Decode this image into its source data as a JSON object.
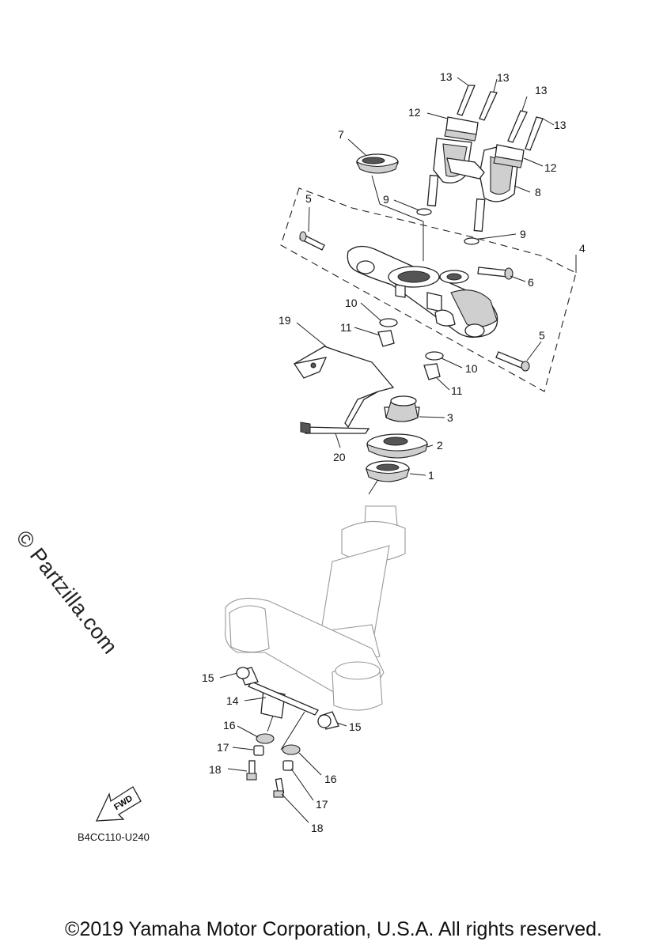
{
  "callouts": {
    "c1": "1",
    "c2": "2",
    "c3": "3",
    "c4": "4",
    "c5a": "5",
    "c5b": "5",
    "c6": "6",
    "c7": "7",
    "c8": "8",
    "c9a": "9",
    "c9b": "9",
    "c10a": "10",
    "c10b": "10",
    "c11a": "11",
    "c11b": "11",
    "c12a": "12",
    "c12b": "12",
    "c13a": "13",
    "c13b": "13",
    "c13c": "13",
    "c13d": "13",
    "c14": "14",
    "c15a": "15",
    "c15b": "15",
    "c16a": "16",
    "c16b": "16",
    "c17a": "17",
    "c17b": "17",
    "c18a": "18",
    "c18b": "18",
    "c19": "19",
    "c20": "20"
  },
  "fwd_label": "FWD",
  "diagram_code": "B4CC110-U240",
  "watermark": "© Partzilla.com",
  "copyright": "©2019 Yamaha Motor Corporation, U.S.A. All rights reserved."
}
